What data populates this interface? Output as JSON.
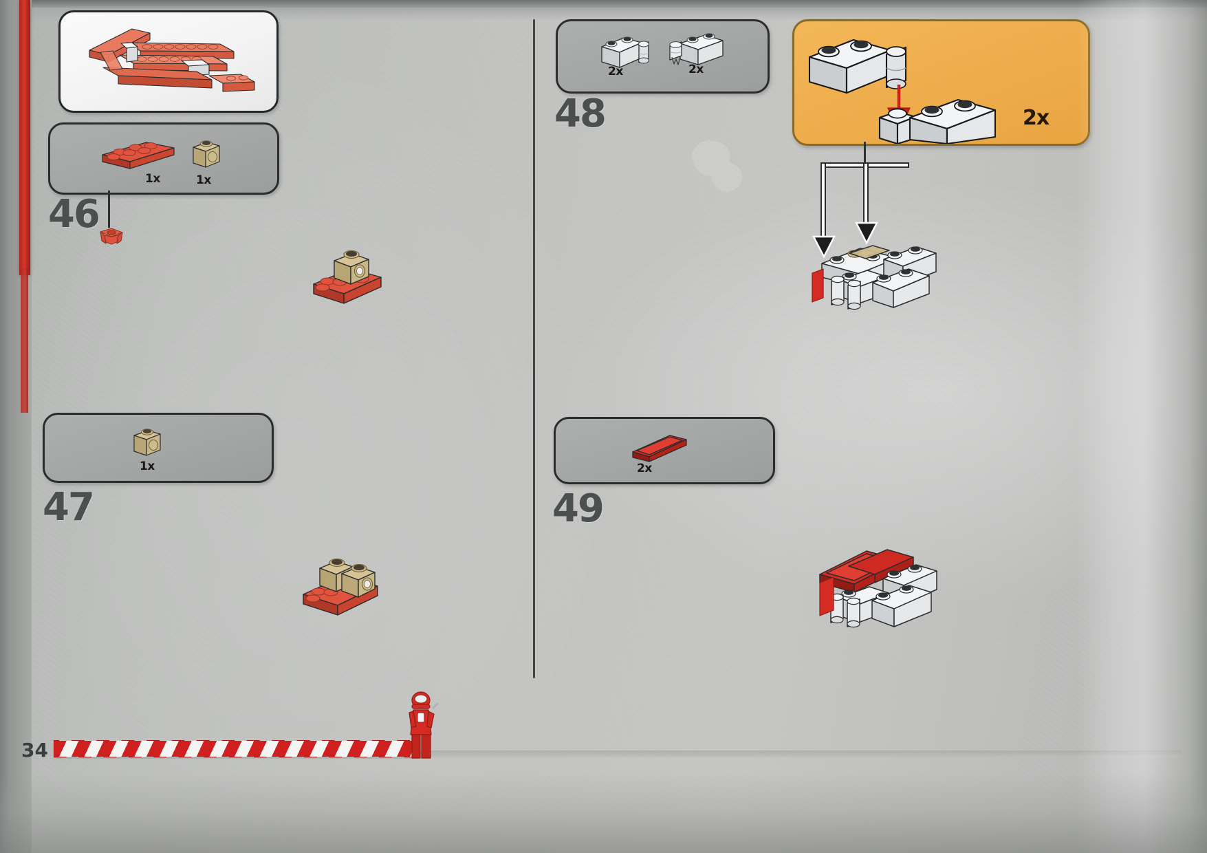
{
  "page": {
    "number": "34",
    "book_type": "lego-building-instructions",
    "colors": {
      "paper": "#c3c5c3",
      "parts_box_gray": "#a7a9a8",
      "sub_assembly_orange": "#efae4d",
      "step_number_gray": "#4c4f50",
      "brick_red": "#d62b22",
      "brick_white": "#e9ebec",
      "brick_tan": "#cdbb8b",
      "arrow_red": "#cc2119",
      "outline": "#2a2c2d"
    }
  },
  "left_column": {
    "preview": {
      "name": "previous-assembly-preview",
      "description": "long red chassis frame with white bricks"
    },
    "steps": [
      {
        "number": "46",
        "parts": [
          {
            "label": "1x",
            "part": "red-2x3-plate",
            "color": "#e2533f"
          },
          {
            "label": "1x",
            "part": "tan-1x1-brick-with-hole",
            "color": "#cbb98a"
          }
        ],
        "callout": true
      },
      {
        "number": "47",
        "parts": [
          {
            "label": "1x",
            "part": "tan-1x1-brick-with-hole",
            "color": "#cbb98a"
          }
        ],
        "callout": false
      }
    ]
  },
  "right_column": {
    "steps": [
      {
        "number": "48",
        "parts": [
          {
            "label": "2x",
            "part": "white-1x2-brick-with-side-stud",
            "color": "#e9ebec"
          },
          {
            "label": "2x",
            "part": "white-1x2-brick-with-pin",
            "color": "#e9ebec"
          }
        ],
        "sub_assembly": {
          "label": "2x",
          "name": "orange-sub-assembly-box",
          "description": "white 1x2 brick joined to white brick with pin, red down arrow"
        }
      },
      {
        "number": "49",
        "parts": [
          {
            "label": "2x",
            "part": "red-1x4-tile",
            "color": "#cf2a21"
          }
        ],
        "sub_assembly": null
      }
    ]
  },
  "footer": {
    "page_label": "34",
    "stripe": "red-white-diagonal-hazard-stripe",
    "figure": "red-minifigure-marker"
  }
}
